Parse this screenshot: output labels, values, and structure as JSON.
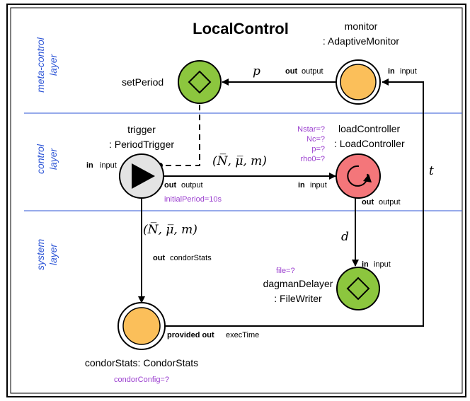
{
  "title": "LocalControl",
  "layers": {
    "meta_line1": "meta-control",
    "meta_line2": "layer",
    "control_line1": "control",
    "control_line2": "layer",
    "system_line1": "system",
    "system_line2": "layer"
  },
  "monitor": {
    "name_line1": "monitor",
    "name_line2": ": AdaptiveMonitor",
    "port_in_kw": "in",
    "port_in": "input",
    "port_out_kw": "out",
    "port_out": "output"
  },
  "setPeriod": {
    "name": "setPeriod"
  },
  "trigger": {
    "name_line1": "trigger",
    "name_line2": ": PeriodTrigger",
    "port_in_kw": "in",
    "port_in": "input",
    "port_out_kw": "out",
    "port_out": "output",
    "param": "initialPeriod=10s",
    "port_stats_kw": "out",
    "port_stats": "condorStats"
  },
  "loadController": {
    "name_line1": "loadController",
    "name_line2": ": LoadController",
    "params": [
      "Nstar=?",
      "Nc=?",
      "p=?",
      "rho0=?"
    ],
    "port_in_kw": "in",
    "port_in": "input",
    "port_out_kw": "out",
    "port_out": "output"
  },
  "dagmanDelayer": {
    "name_line1": "dagmanDelayer",
    "name_line2": ": FileWriter",
    "param": "file=?",
    "port_in_kw": "in",
    "port_in": "input"
  },
  "condorStats": {
    "name": "condorStats: CondorStats",
    "param": "condorConfig=?",
    "port_out_kw": "provided out",
    "port_out": "execTime"
  },
  "edges": {
    "p": "p",
    "t": "t",
    "d": "d",
    "tuple1": "(N̅, μ̅, m)",
    "tuple2": "(N̅, μ̅, m)"
  },
  "colors": {
    "green": "#8cc63e",
    "orange": "#fbbf5a",
    "red": "#f4767a",
    "gray": "#e3e3e3",
    "blue": "#2d55d6",
    "purple": "#9b3fcf"
  }
}
